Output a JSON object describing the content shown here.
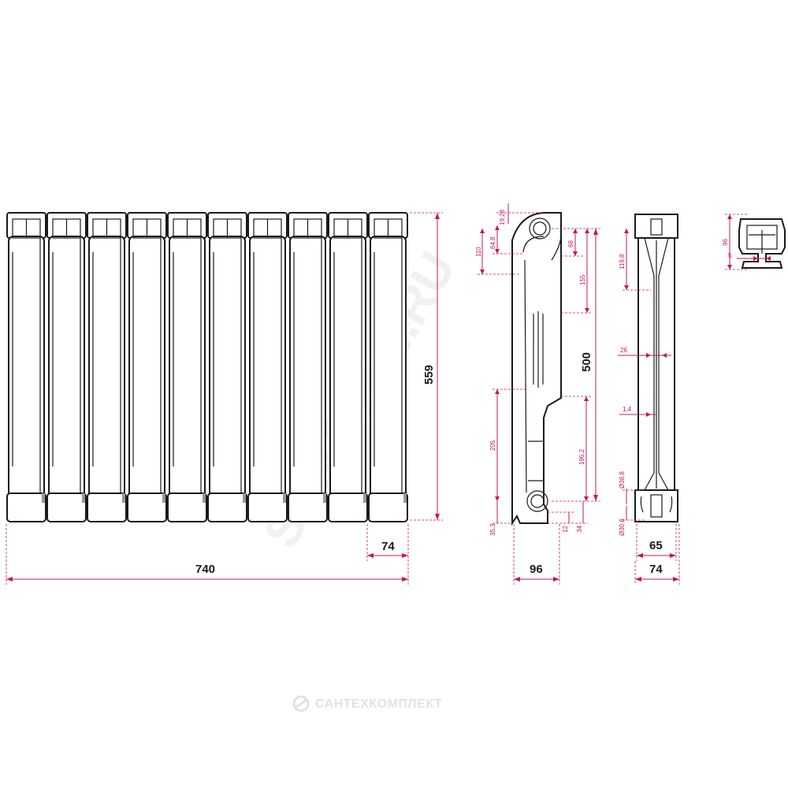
{
  "watermark": "SANTECH.RU",
  "footer_brand": "САНТЕХКОМПЛЕКТ",
  "accent_color": "#c2185b",
  "front_view": {
    "sections": 10,
    "dim_total_width": "740",
    "dim_section_width": "74",
    "dim_total_height": "559"
  },
  "side_view": {
    "dim_axis": "500",
    "dim_depth": "96",
    "dim_19_28": "19,28",
    "dim_64_8": "64,8",
    "dim_110": "110",
    "dim_68": "68",
    "dim_155": "155",
    "dim_205": "205",
    "dim_195_2": "195,2",
    "dim_35_3": "35,3",
    "dim_12": "12",
    "dim_34": "34"
  },
  "section_view": {
    "dim_119_8": "119,8",
    "dim_26": "26",
    "dim_1_4": "1,4",
    "dim_d38_8": "Ø38,8",
    "dim_d30_8": "Ø30,8",
    "dim_65": "65",
    "dim_74": "74"
  },
  "top_view": {
    "dim_96": "96",
    "dim_5": "5"
  }
}
